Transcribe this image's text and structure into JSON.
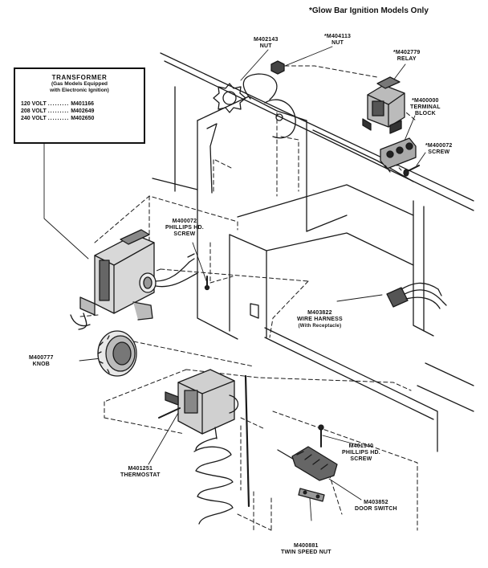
{
  "note": "*Glow Bar Ignition Models Only",
  "transformer_box": {
    "title": "TRANSFORMER",
    "subtitle_1": "(Gas Models Equipped",
    "subtitle_2": "with Electronic Ignition)",
    "rows": [
      {
        "voltage": "120 VOLT",
        "part": "M401166"
      },
      {
        "voltage": "208 VOLT",
        "part": "M402649"
      },
      {
        "voltage": "240 VOLT",
        "part": "M402650"
      }
    ]
  },
  "labels": {
    "nut_left": {
      "part": "M402143",
      "name": "NUT"
    },
    "nut_right": {
      "part": "*M404113",
      "name": "NUT"
    },
    "relay": {
      "part": "*M402779",
      "name": "RELAY"
    },
    "terminal_block": {
      "part": "*M400000",
      "name_1": "TERMINAL",
      "name_2": "BLOCK"
    },
    "screw_right": {
      "part": "*M400072",
      "name": "SCREW"
    },
    "phillips_screw_upper": {
      "part": "M400072",
      "name_1": "PHILLIPS HD.",
      "name_2": "SCREW"
    },
    "wire_harness": {
      "part": "M403822",
      "name": "WIRE HARNESS",
      "note": "(With Receptacle)"
    },
    "knob": {
      "part": "M400777",
      "name": "KNOB"
    },
    "thermostat": {
      "part": "M401251",
      "name": "THERMOSTAT"
    },
    "phillips_screw_lower": {
      "part": "M401940",
      "name_1": "PHILLIPS HD.",
      "name_2": "SCREW"
    },
    "door_switch": {
      "part": "M403852",
      "name": "DOOR SWITCH"
    },
    "twin_speed_nut": {
      "part": "M400881",
      "name": "TWIN SPEED NUT"
    }
  }
}
